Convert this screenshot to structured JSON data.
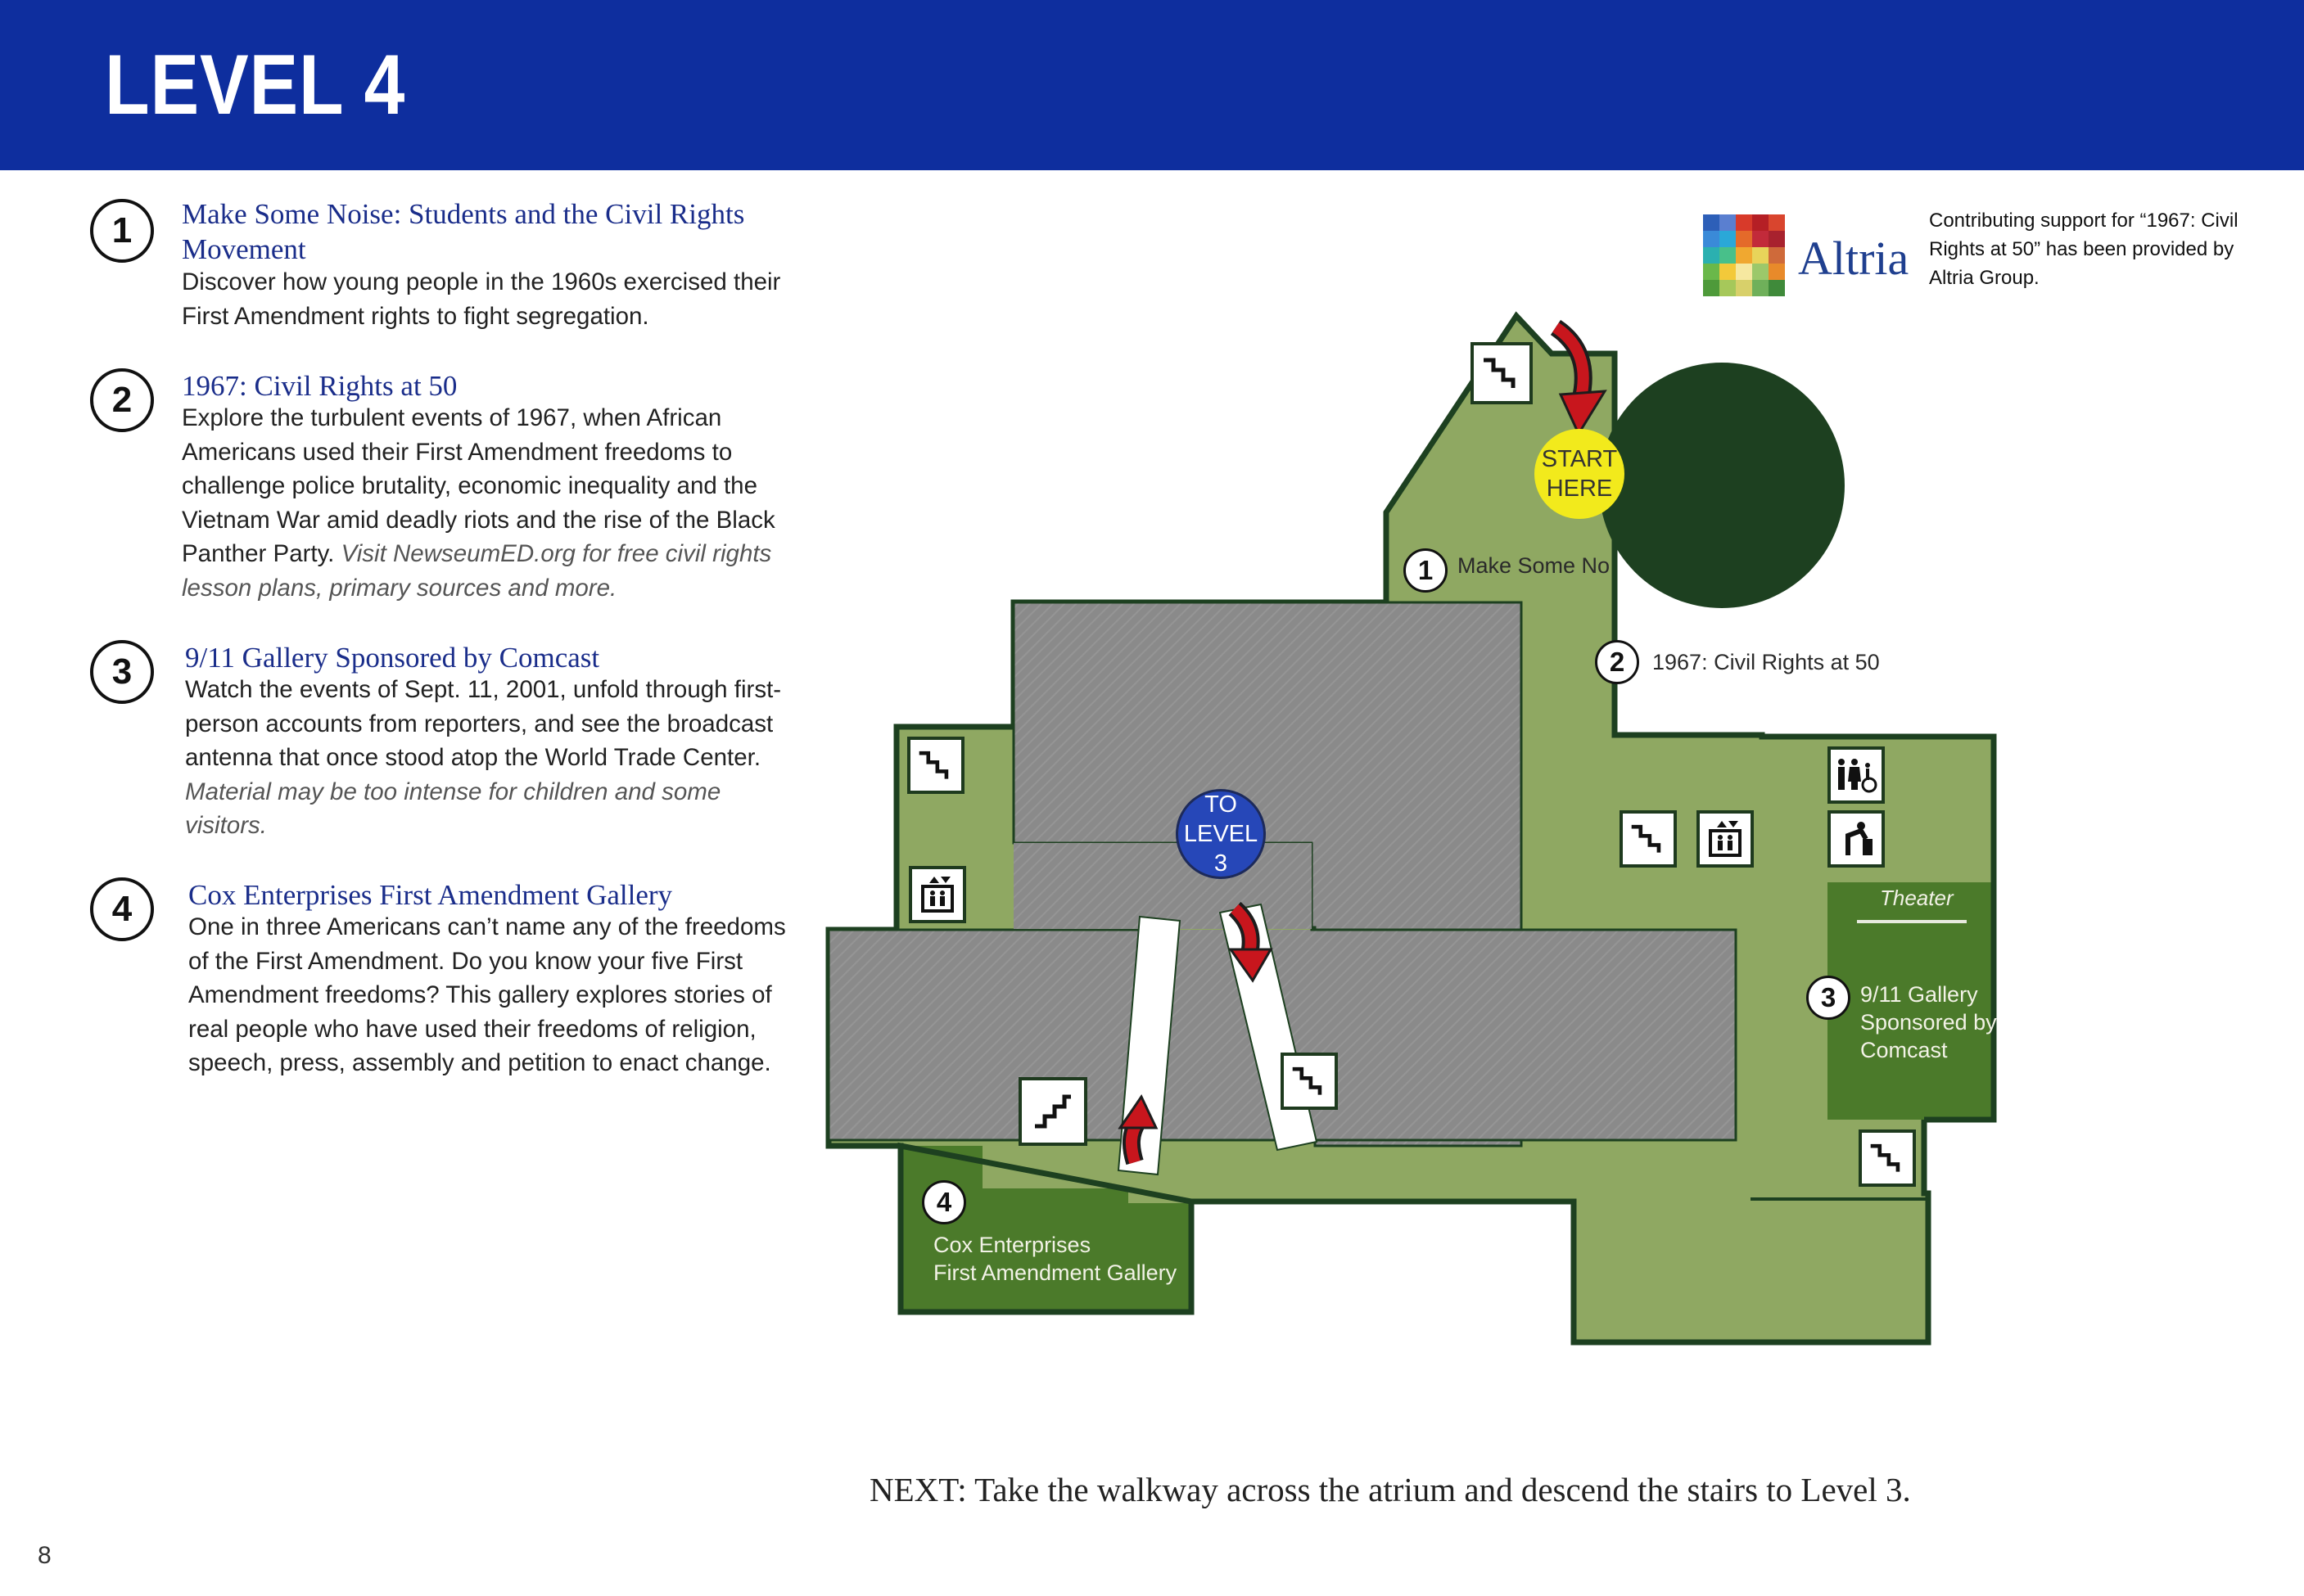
{
  "header": {
    "title": "LEVEL 4"
  },
  "exhibits": [
    {
      "number": "1",
      "title": "Make Some Noise: Students and the Civil Rights Movement",
      "description": "Discover how young people in the 1960s exercised their First Amendment rights to fight segregation.",
      "note": ""
    },
    {
      "number": "2",
      "title": "1967: Civil Rights at 50",
      "description": "Explore the turbulent events of 1967, when African Americans used their First Amendment freedoms to challenge police brutality, economic inequality and the Vietnam War amid deadly riots and the rise of the Black Panther Party.",
      "note": "Visit NewseumED.org for free civil rights lesson plans, primary sources and more."
    },
    {
      "number": "3",
      "title": "9/11 Gallery Sponsored by Comcast",
      "description": "Watch the events of Sept. 11, 2001, unfold through first-person accounts from reporters, and see the broadcast antenna that once stood atop the World Trade Center.",
      "note": "Material may be too intense for children and some visitors."
    },
    {
      "number": "4",
      "title": "Cox Enterprises First Amendment Gallery",
      "description": "One in three Americans can’t name any of the freedoms of the First Amendment. Do you know your five First Amendment freedoms? This gallery explores stories of real people who have used their freedoms of religion, speech, press, assembly and petition to enact change.",
      "note": ""
    }
  ],
  "sponsor": {
    "name": "Altria",
    "text": "Contributing support for “1967: Civil Rights at 50” has been provided by Altria Group."
  },
  "map": {
    "start": {
      "line1": "START",
      "line2": "HERE"
    },
    "to_level": {
      "line1": "TO",
      "line2": "LEVEL 3"
    },
    "labels": {
      "label1_num": "1",
      "label1": "Make Some No",
      "label2_num": "2",
      "label2": "1967: Civil Rights at 50",
      "label3_num": "3",
      "label3_l1": "9/11 Gallery",
      "label3_l2": "Sponsored by",
      "label3_l3": "Comcast",
      "label4_num": "4",
      "label4_l1": "Cox Enterprises",
      "label4_l2": "First Amendment Gallery",
      "theater": "Theater"
    },
    "icons": [
      "stairs-down-icon",
      "elevator-icon",
      "restroom-icon",
      "water-fountain-icon",
      "stairs-up-icon"
    ],
    "colors": {
      "floor": "#8fa862",
      "gallery": "#4b7a2a",
      "atrium": "#8c8c8c",
      "outline": "#1d4020",
      "walkway": "#ffffff",
      "arrow": "#c8161d",
      "start": "#f2ea1c",
      "to_level": "#2647b8",
      "banner": "#0e2e9e"
    }
  },
  "next": "NEXT: Take the walkway across the atrium and descend the stairs to Level 3.",
  "page_number": "8"
}
